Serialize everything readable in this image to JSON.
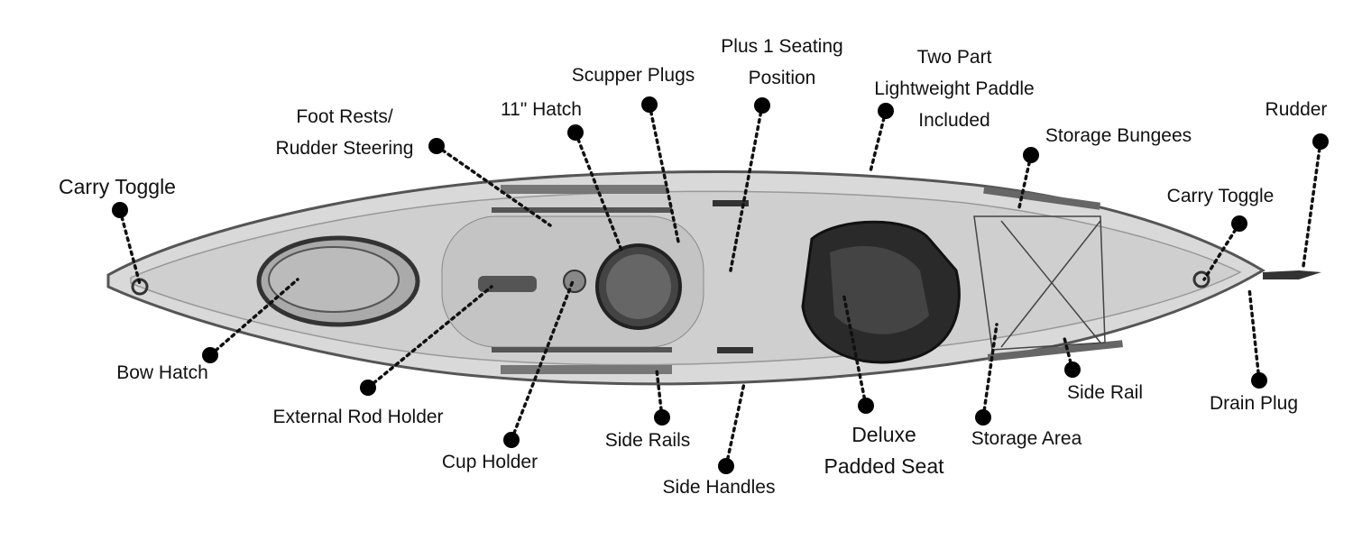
{
  "labels": {
    "carry_toggle_bow": "Carry Toggle",
    "bow_hatch": "Bow Hatch",
    "external_rod_holder": "External Rod Holder",
    "cup_holder": "Cup Holder",
    "foot_rests": [
      "Foot Rests/",
      "Rudder Steering"
    ],
    "hatch_11": "11\" Hatch",
    "scupper_plugs": "Scupper Plugs",
    "plus_one": [
      "Plus 1 Seating",
      "Position"
    ],
    "paddle": [
      "Two Part",
      "Lightweight Paddle",
      "Included"
    ],
    "storage_bungees": "Storage Bungees",
    "rudder": "Rudder",
    "carry_toggle_stern": "Carry Toggle",
    "drain_plug": "Drain Plug",
    "side_rail": "Side Rail",
    "storage_area": "Storage Area",
    "seat": [
      "Deluxe",
      "Padded Seat"
    ],
    "side_handles": "Side Handles",
    "side_rails": "Side Rails"
  }
}
